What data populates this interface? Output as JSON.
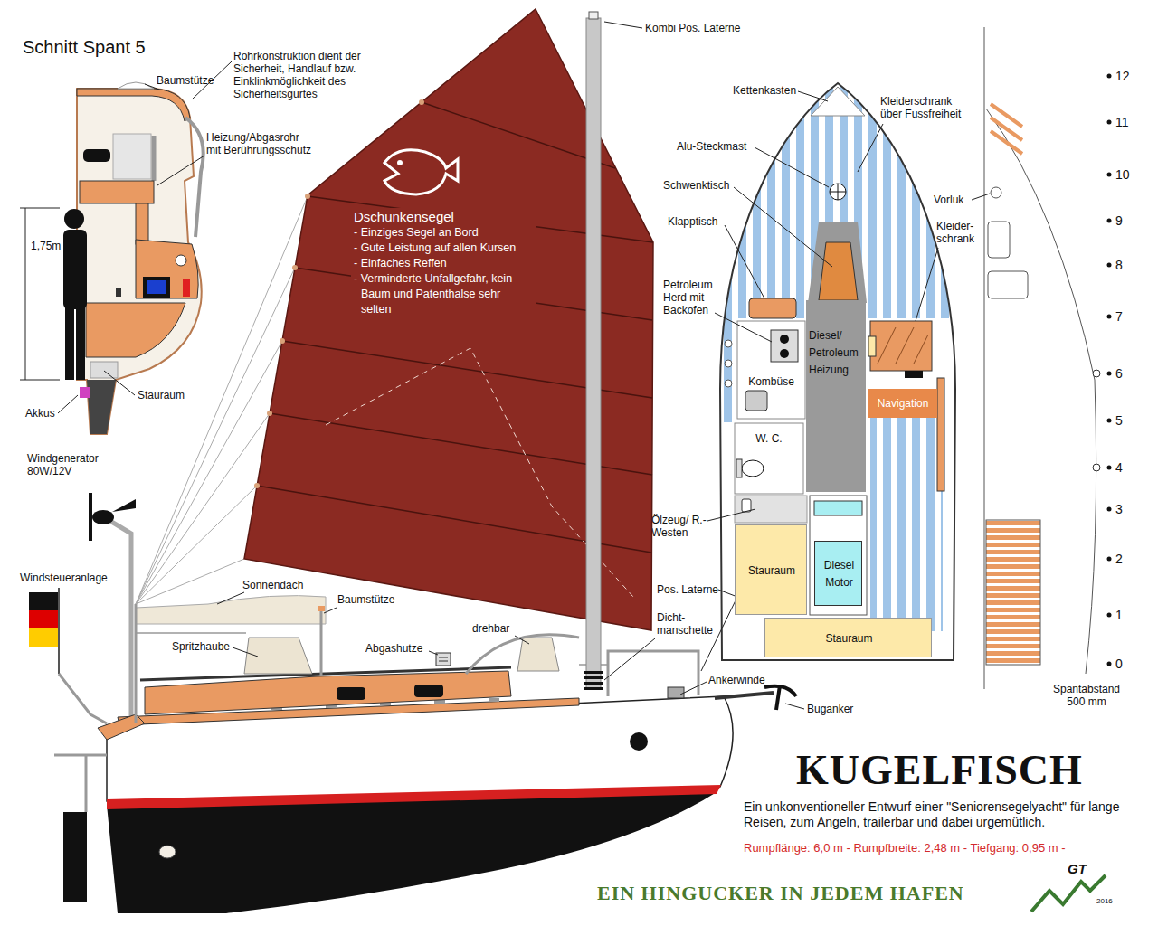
{
  "diagram": {
    "title": "KUGELFISCH",
    "caption": "Ein unkonventioneller Entwurf einer \"Seniorensegelyacht\" für lange Reisen, zum Angeln, trailerbar und dabei urgemütlich.",
    "nodes": [
      {
        "text": [
          "Dschunkensegel",
          "- Einziges Segel an Bord",
          "- Gute Leistung auf allen Kursen",
          "- Einfaches Reffen",
          "- Verminderte Unfallgefahr, kein Baum und Patenthalse sehr selten"
        ]
      },
      {
        "text": [
          "Diesel/ Petroleum Heizung"
        ]
      },
      {
        "text": [
          "Kombüse"
        ]
      },
      {
        "text": [
          "Navigation"
        ]
      },
      {
        "text": [
          "W. C."
        ]
      },
      {
        "text": [
          "Stauraum"
        ]
      },
      {
        "text": [
          "Diesel Motor"
        ]
      },
      {
        "text": [
          "Stauraum"
        ]
      }
    ],
    "labels": [
      "Schnitt Spant 5",
      "Rohrkonstruktion dient der Sicherheit, Handlauf bzw. Einklinkmöglichkeit des Sicherheitsgurtes",
      "Baumstütze",
      "Heizung/Abgasrohr mit Berührungsschutz",
      "1,75m",
      "Akkus",
      "Stauraum",
      "Kombi Pos. Laterne",
      "Kettenkasten",
      "Kleiderschrank über Fussfreiheit",
      "Alu-Steckmast",
      "Schwenktisch",
      "Vorluk",
      "Klapptisch",
      "Kleider- schrank",
      "Petroleum Herd mit Backofen",
      "Windgenerator 80W/12V",
      "Ölzeug/ R.-Westen",
      "Windsteueranlage",
      "Sonnendach",
      "Baumstütze",
      "Pos. Laterne",
      "drehbar",
      "Dicht- manschette",
      "Spritzhaube",
      "Abgashutze",
      "Ankerwinde",
      "Buganker",
      "12",
      "11",
      "10",
      "9",
      "8",
      "7",
      "6",
      "5",
      "4",
      "3",
      "2",
      "1",
      "0",
      "Spantabstand 500 mm",
      "Rumpflänge: 6,0 m - Rumpfbreite: 2,48 m - Tiefgang: 0,95 m -",
      "EIN HINGUCKER IN JEDEM HAFEN",
      "GT",
      "2016"
    ]
  }
}
